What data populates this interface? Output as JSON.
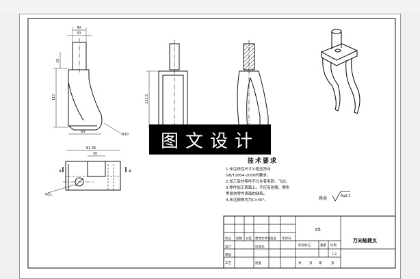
{
  "banner": {
    "text": "图文设计"
  },
  "dimensions": {
    "d40": "40",
    "d30": "30",
    "d15": "15",
    "d117": "117",
    "d60": "60",
    "dR30": "R30",
    "d8135": "81.35",
    "d50": "50",
    "dR21": "Φ21",
    "d123": "123.5",
    "dA": "A"
  },
  "technical_requirements": {
    "title": "技术要求",
    "items": [
      "1.未注线性尺寸公差应符合",
      "  GB/T1804-2000的要求。",
      "2.加工后的零件不允许有毛刺、飞边。",
      "3.零件加工表面上，不应有划痕、擦伤",
      "  等损伤零件表面的缺陷。",
      "4.未注倒角均为C×45°。"
    ]
  },
  "surface_finish": {
    "label": "其余",
    "value": "Ra3.2"
  },
  "title_block": {
    "material": "45",
    "part_name": "万向轴拨叉",
    "headers": [
      "标记",
      "处数",
      "分区",
      "更改文件号",
      "签名",
      "年月日"
    ],
    "design_label": "设计",
    "standard_label": "标准化",
    "review_label": "审核",
    "process_label": "工艺",
    "approve_label": "批准",
    "stage_label": "阶段标记",
    "weight_label": "重量",
    "scale_label": "比例",
    "scale": "1:2",
    "sheets_total": "共",
    "sheet_label": "张",
    "sheet_no": "第",
    "sheet_label2": "张"
  }
}
